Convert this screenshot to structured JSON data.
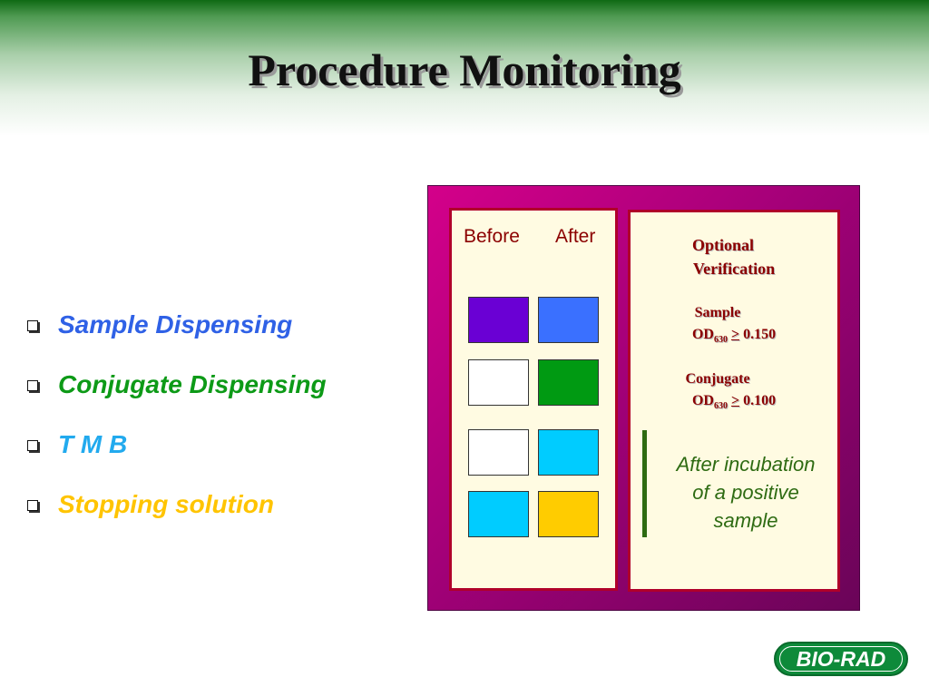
{
  "slide": {
    "title": "Procedure Monitoring"
  },
  "bullets": [
    {
      "text": "Sample Dispensing",
      "color": "#2f61e6"
    },
    {
      "text": "Conjugate Dispensing",
      "color": "#0d9a17"
    },
    {
      "text": "T M B",
      "color": "#22aaee"
    },
    {
      "text": "Stopping solution",
      "color": "#ffc400"
    }
  ],
  "panel": {
    "before_label": "Before",
    "after_label": "After",
    "squares": [
      {
        "before": "#6a00d4",
        "after": "#3a70ff"
      },
      {
        "before": "#ffffff",
        "after": "#009a12"
      },
      {
        "before": "#ffffff",
        "after": "#00ccff"
      },
      {
        "before": "#00ccff",
        "after": "#ffcc00"
      }
    ],
    "verification": {
      "line1": "Optional",
      "line2": "Verification",
      "sample_label": "Sample",
      "conjugate_label": "Conjugate",
      "od_prefix": "OD",
      "od_subscript": "630",
      "ge_symbol": ">",
      "sample_threshold": "0.150",
      "conjugate_threshold": "0.100"
    },
    "note": [
      "After incubation",
      "of a positive",
      "sample"
    ]
  },
  "logo": {
    "text": "BIO-RAD",
    "color": "#0e8a3a"
  }
}
